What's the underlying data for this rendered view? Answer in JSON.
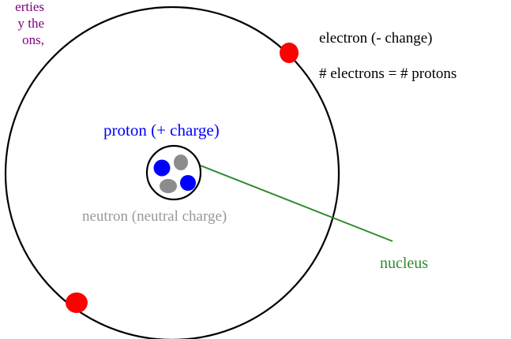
{
  "corner_text": {
    "lines": [
      "erties",
      "y the",
      "ons,"
    ]
  },
  "labels": {
    "electron": "electron (- change)",
    "equation": "# electrons = # protons",
    "proton": "proton (+ charge)",
    "neutron": "neutron (neutral charge)",
    "nucleus": "nucleus"
  },
  "colors": {
    "background": "#ffffff",
    "orbit": "#000000",
    "electron": "#ff0000",
    "proton": "#0000ff",
    "neutron": "#8c8c8c",
    "nucleus_line": "#2e8b2e",
    "corner_text": "#800080",
    "text": "#000000",
    "proton_label": "#0000ff",
    "neutron_label": "#999999",
    "nucleus_label": "#2e8b2e"
  }
}
